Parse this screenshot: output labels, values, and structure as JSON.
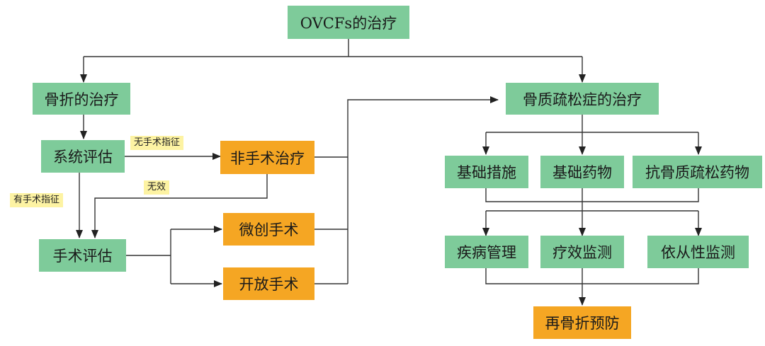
{
  "nodes": {
    "root": "OVCFs的治疗",
    "fracture_treatment": "骨折的治疗",
    "osteoporosis_treatment": "骨质疏松症的治疗",
    "system_evaluation": "系统评估",
    "non_surgical": "非手术治疗",
    "surgical_evaluation": "手术评估",
    "minimally_invasive": "微创手术",
    "open_surgery": "开放手术",
    "basic_measures": "基础措施",
    "basic_drugs": "基础药物",
    "anti_osteoporosis_drugs": "抗骨质疏松药物",
    "disease_management": "疾病管理",
    "efficacy_monitoring": "疗效监测",
    "compliance_monitoring": "依从性监测",
    "refracture_prevention": "再骨折预防"
  },
  "edge_labels": {
    "no_indication": "无手术指征",
    "ineffective": "无效",
    "has_indication": "有手术指征"
  },
  "colors": {
    "green_box": "#7ecb9a",
    "orange_box": "#f5a623",
    "label_bg": "#fdf3a3",
    "line": "#333333"
  }
}
